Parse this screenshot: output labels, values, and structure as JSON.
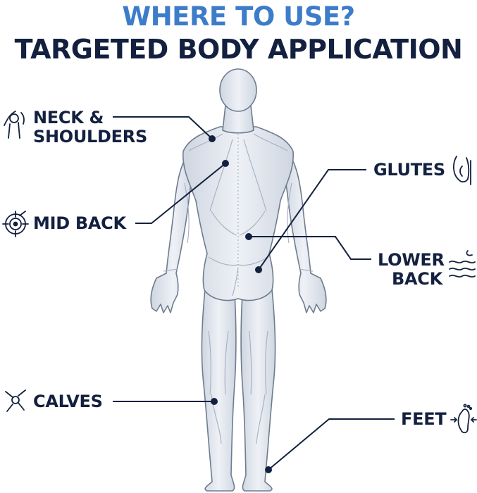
{
  "header": {
    "title_line1": "WHERE TO USE?",
    "title_line2": "TARGETED BODY APPLICATION"
  },
  "colors": {
    "title_blue": "#3d7cc9",
    "navy": "#13203f",
    "body_fill": "#dde3ec",
    "body_stroke": "#6f7c8f",
    "muscle_line": "#a9b3c2"
  },
  "labels": {
    "neck_line1": "NECK &",
    "neck_line2": "SHOULDERS",
    "mid_back": "MID BACK",
    "calves": "CALVES",
    "glutes": "GLUTES",
    "lower_line1": "LOWER",
    "lower_line2": "BACK",
    "feet": "FEET"
  },
  "icons": {
    "neck": "shoulder-joint-icon",
    "mid_back": "target-icon",
    "calves": "leg-joint-icon",
    "glutes": "glutes-icon",
    "lower_back": "heat-waves-icon",
    "feet": "foot-icon"
  }
}
